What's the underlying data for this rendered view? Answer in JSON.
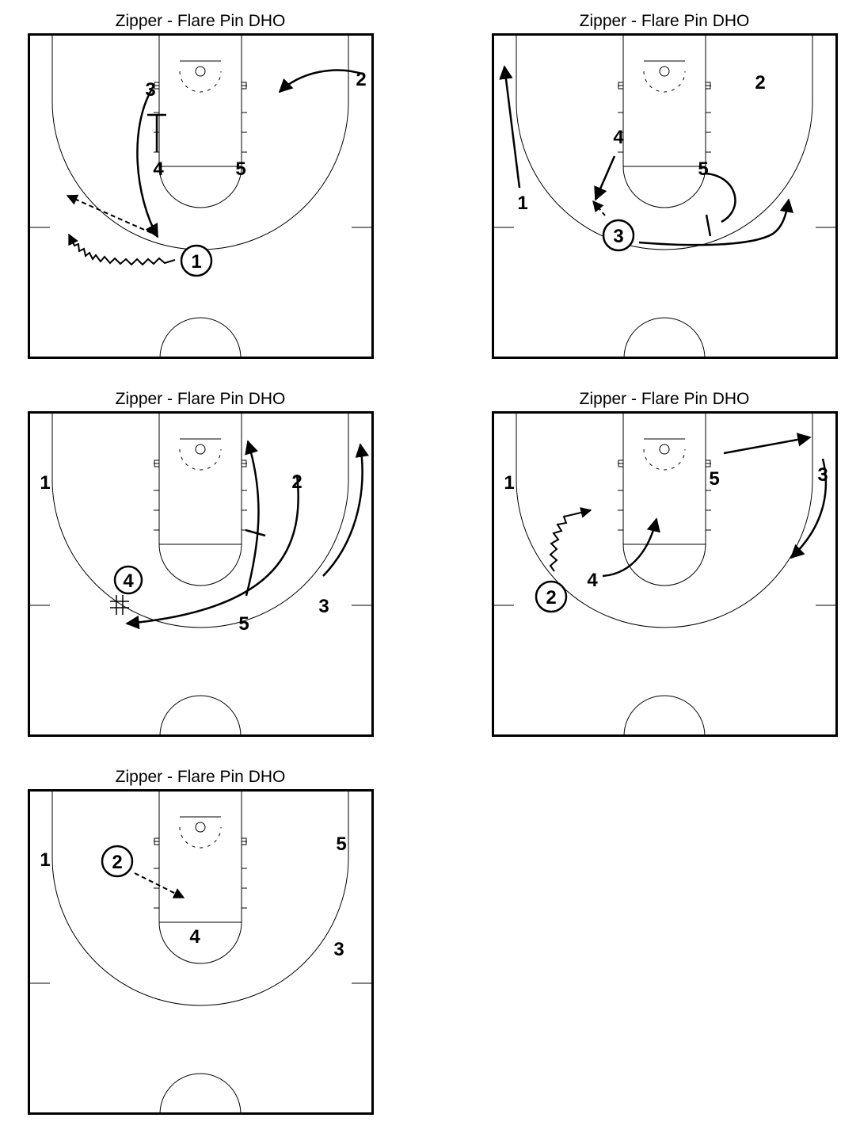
{
  "diagrams": [
    {
      "title": "Zipper -  Flare Pin DHO",
      "players": [
        {
          "label": "3",
          "circled": false
        },
        {
          "label": "2",
          "circled": false
        },
        {
          "label": "4",
          "circled": false
        },
        {
          "label": "5",
          "circled": false
        },
        {
          "label": "1",
          "circled": true
        }
      ]
    },
    {
      "title": "Zipper -  Flare Pin DHO",
      "players": [
        {
          "label": "2",
          "circled": false
        },
        {
          "label": "4",
          "circled": false
        },
        {
          "label": "5",
          "circled": false
        },
        {
          "label": "1",
          "circled": false
        },
        {
          "label": "3",
          "circled": true
        }
      ]
    },
    {
      "title": "Zipper -  Flare Pin DHO",
      "players": [
        {
          "label": "1",
          "circled": false
        },
        {
          "label": "2",
          "circled": false
        },
        {
          "label": "4",
          "circled": true
        },
        {
          "label": "5",
          "circled": false
        },
        {
          "label": "3",
          "circled": false
        }
      ]
    },
    {
      "title": "Zipper -  Flare Pin DHO",
      "players": [
        {
          "label": "1",
          "circled": false
        },
        {
          "label": "5",
          "circled": false
        },
        {
          "label": "3",
          "circled": false
        },
        {
          "label": "4",
          "circled": false
        },
        {
          "label": "2",
          "circled": true
        }
      ]
    },
    {
      "title": "Zipper -  Flare Pin DHO",
      "players": [
        {
          "label": "1",
          "circled": false
        },
        {
          "label": "5",
          "circled": false
        },
        {
          "label": "2",
          "circled": true
        },
        {
          "label": "4",
          "circled": false
        },
        {
          "label": "3",
          "circled": false
        }
      ]
    }
  ]
}
